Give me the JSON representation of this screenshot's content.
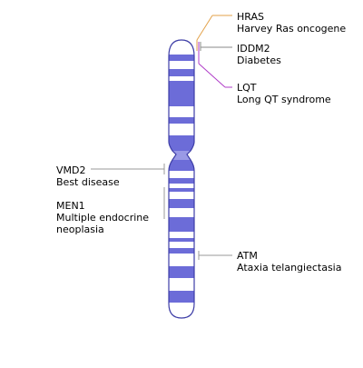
{
  "colors": {
    "band_dark": "#6c6cd8",
    "band_outline": "#3d3da6",
    "band_light": "#ffffff",
    "centromere": "#9a9ae6",
    "leader_gray": "#999999",
    "hras_leader": "#e3a24a",
    "iddm2_leader": "#8a8a8a",
    "lqt_leader": "#b03cc8"
  },
  "genes": [
    {
      "id": "HRAS",
      "symbol": "HRAS",
      "disease": "Harvey Ras oncogene"
    },
    {
      "id": "IDDM2",
      "symbol": "IDDM2",
      "disease": "Diabetes"
    },
    {
      "id": "LQT",
      "symbol": "LQT",
      "disease": "Long QT syndrome"
    },
    {
      "id": "VMD2",
      "symbol": "VMD2",
      "disease": "Best disease"
    },
    {
      "id": "MEN1",
      "symbol": "MEN1",
      "disease_lines": [
        "Multiple endocrine",
        "neoplasia"
      ]
    },
    {
      "id": "ATM",
      "symbol": "ATM",
      "disease": "Ataxia telangiectasia"
    }
  ]
}
